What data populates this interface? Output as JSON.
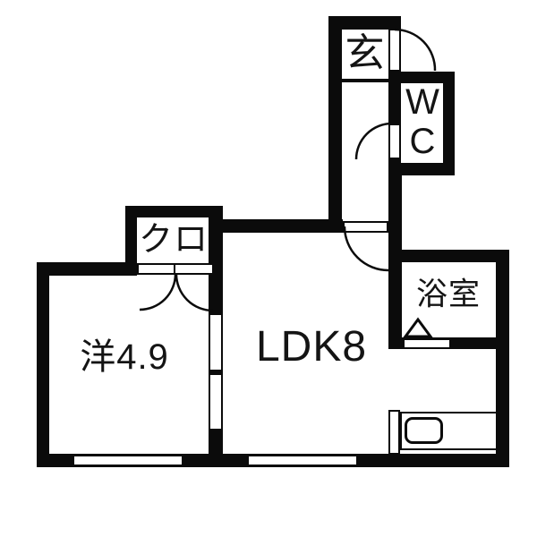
{
  "title": "1LDK apartment floor plan",
  "colors": {
    "wall": "#0b0b0b",
    "background": "#ffffff",
    "text": "#141414"
  },
  "rooms": {
    "genkan": {
      "label": "玄"
    },
    "wc": {
      "letters": [
        "W",
        "C"
      ]
    },
    "closet": {
      "label": "クロ"
    },
    "western_room": {
      "label": "洋4.9"
    },
    "ldk": {
      "label": "LDK8"
    },
    "bathroom": {
      "label": "浴室"
    }
  },
  "symbols": {
    "door_arcs": [
      "entry-door",
      "wc-door",
      "hall-ldk-door",
      "closet-door-left",
      "closet-door-right"
    ],
    "bath_door_triangle": "triangle-mark",
    "kitchen": [
      "counter",
      "sink"
    ],
    "windows": [
      "western-room-window",
      "ldk-window"
    ]
  }
}
